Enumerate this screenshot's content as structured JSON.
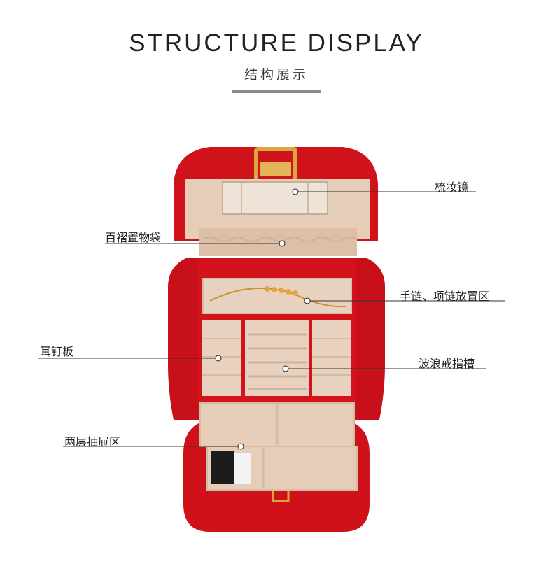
{
  "header": {
    "title": "STRUCTURE DISPLAY",
    "subtitle": "结构展示"
  },
  "callouts": {
    "mirror": "梳妆镜",
    "pleated_pocket": "百褶置物袋",
    "bracelet_area": "手链、项链放置区",
    "earring_board": "耳钉板",
    "ring_slots": "波浪戒指槽",
    "drawers": "两层抽屉区"
  },
  "colors": {
    "case_red": "#d0121a",
    "lining_beige": "#e6cdb8",
    "hardware_gold": "#d9a640"
  }
}
